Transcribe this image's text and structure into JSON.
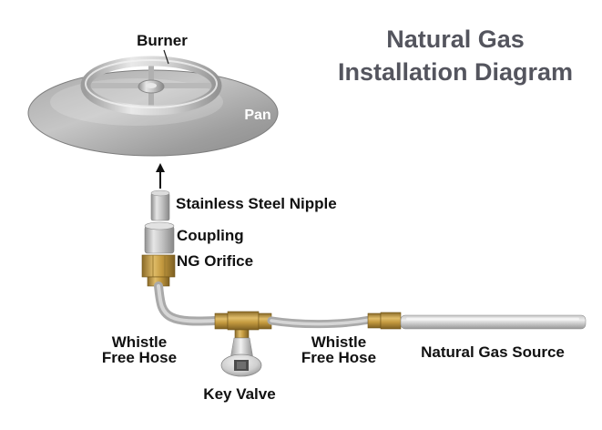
{
  "title": {
    "line1": "Natural Gas",
    "line2": "Installation Diagram"
  },
  "labels": {
    "burner": "Burner",
    "pan": "Pan",
    "nipple": "Stainless Steel Nipple",
    "coupling": "Coupling",
    "orifice": "NG Orifice",
    "whistle_left": [
      "Whistle",
      "Free Hose"
    ],
    "whistle_right": [
      "Whistle",
      "Free Hose"
    ],
    "key_valve": "Key Valve",
    "gas_source": "Natural Gas Source"
  },
  "icons": {
    "up_arrow": "flow-direction-up-arrow"
  },
  "colors": {
    "background": "#ffffff",
    "title": "#54555e",
    "label": "#111111",
    "pan_label": "#ffffff",
    "brass": "#c49a3f",
    "steel": "#c0c0c0",
    "chrome": "#d9d9d9"
  }
}
